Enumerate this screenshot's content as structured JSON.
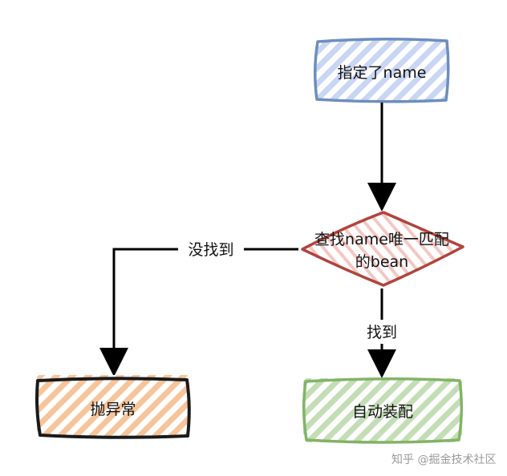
{
  "nodes": {
    "start": {
      "label": "指定了name"
    },
    "decision": {
      "line1": "查找name唯一匹配",
      "line2": "的bean"
    },
    "exception": {
      "label": "抛异常"
    },
    "autowire": {
      "label": "自动装配"
    }
  },
  "edges": {
    "not_found": {
      "label": "没找到"
    },
    "found": {
      "label": "找到"
    }
  },
  "watermark": "知乎 @掘金技术社区",
  "colors": {
    "start_fill": "#c9d6f2",
    "start_stroke": "#6c8ebf",
    "decision_fill": "#f4c7c3",
    "decision_stroke": "#b0443c",
    "exception_fill": "#f7c49a",
    "exception_stroke": "#1a1a1a",
    "autowire_fill": "#c3deb4",
    "autowire_stroke": "#82b366",
    "arrow": "#000000"
  }
}
